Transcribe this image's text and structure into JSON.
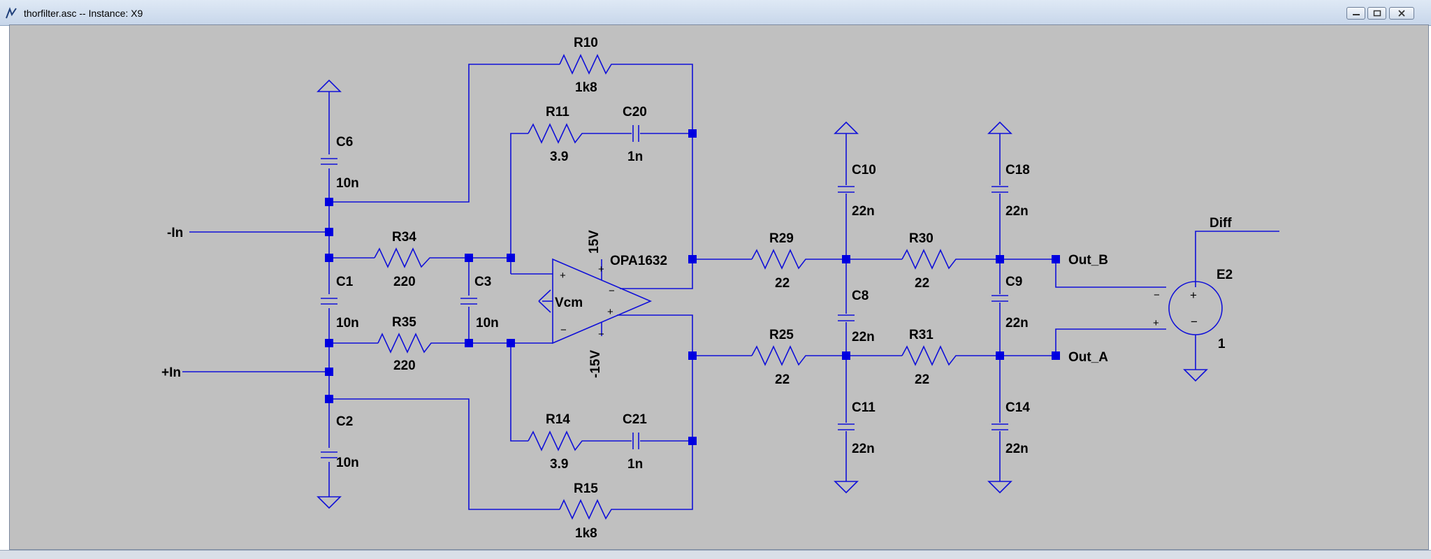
{
  "window": {
    "title": "thorfilter.asc -- Instance: X9",
    "buttons": [
      "minimize-icon",
      "maximize-icon",
      "close-icon"
    ]
  },
  "colors": {
    "wire": "#1010d8",
    "canvas": "#c0c0c0",
    "junction": "#0000e0"
  },
  "schematic": {
    "labels": {
      "in_minus": "-In",
      "in_plus": "+In",
      "out_b": "Out_B",
      "out_a": "Out_A",
      "diff": "Diff",
      "vcm": "Vcm"
    },
    "opamp": {
      "name": "OPA1632",
      "vpos": "15V",
      "vneg": "-15V",
      "vneg_bottom": "-15V"
    },
    "source": {
      "name": "E2",
      "value": "1"
    },
    "components": {
      "R10": {
        "name": "R10",
        "value": "1k8"
      },
      "R11": {
        "name": "R11",
        "value": "3.9"
      },
      "C20": {
        "name": "C20",
        "value": "1n"
      },
      "C6": {
        "name": "C6",
        "value": "10n"
      },
      "R34": {
        "name": "R34",
        "value": "220"
      },
      "C1": {
        "name": "C1",
        "value": "10n"
      },
      "C3": {
        "name": "C3",
        "value": "10n"
      },
      "R35": {
        "name": "R35",
        "value": "220"
      },
      "C2": {
        "name": "C2",
        "value": "10n"
      },
      "R14": {
        "name": "R14",
        "value": "3.9"
      },
      "C21": {
        "name": "C21",
        "value": "1n"
      },
      "R15": {
        "name": "R15",
        "value": "1k8"
      },
      "R29": {
        "name": "R29",
        "value": "22"
      },
      "C10": {
        "name": "C10",
        "value": "22n"
      },
      "R30": {
        "name": "R30",
        "value": "22"
      },
      "C18": {
        "name": "C18",
        "value": "22n"
      },
      "C8": {
        "name": "C8",
        "value": "22n"
      },
      "C9": {
        "name": "C9",
        "value": "22n"
      },
      "R25": {
        "name": "R25",
        "value": "22"
      },
      "R31": {
        "name": "R31",
        "value": "22"
      },
      "C11": {
        "name": "C11",
        "value": "22n"
      },
      "C14": {
        "name": "C14",
        "value": "22n"
      }
    }
  }
}
